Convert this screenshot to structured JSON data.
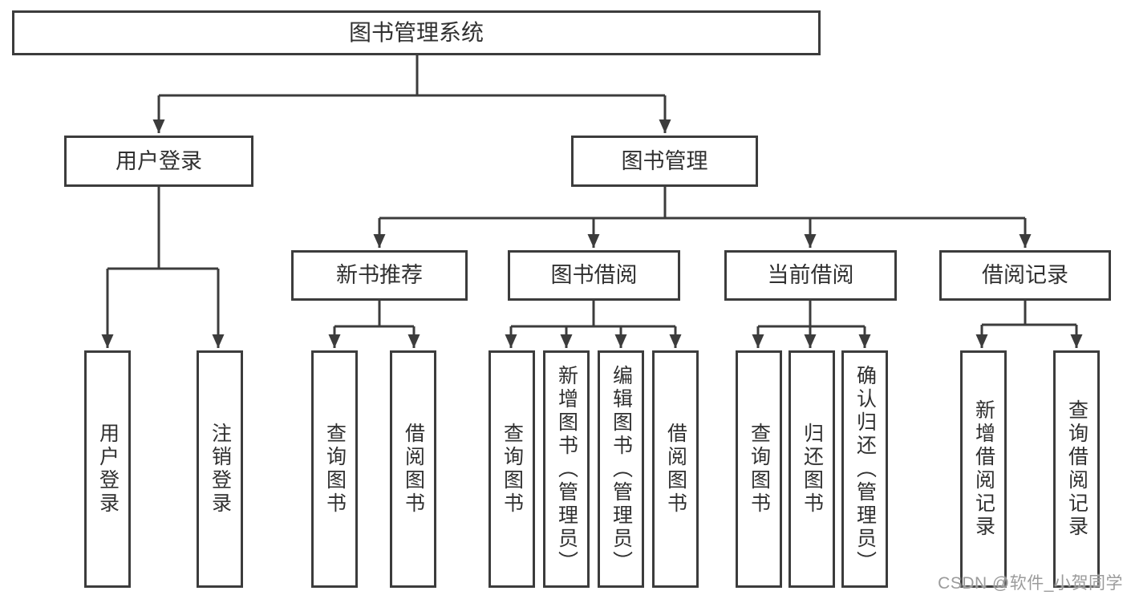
{
  "tree": {
    "root": {
      "label": "图书管理系统",
      "children": [
        {
          "label": "用户登录",
          "children": [
            {
              "label": "用户登录"
            },
            {
              "label": "注销登录"
            }
          ]
        },
        {
          "label": "图书管理",
          "children": [
            {
              "label": "新书推荐",
              "children": [
                {
                  "label": "查询图书"
                },
                {
                  "label": "借阅图书"
                }
              ]
            },
            {
              "label": "图书借阅",
              "children": [
                {
                  "label": "查询图书"
                },
                {
                  "label": "新增图书（管理员）"
                },
                {
                  "label": "编辑图书（管理员）"
                },
                {
                  "label": "借阅图书"
                }
              ]
            },
            {
              "label": "当前借阅",
              "children": [
                {
                  "label": "查询图书"
                },
                {
                  "label": "归还图书"
                },
                {
                  "label": "确认归还（管理员）"
                }
              ]
            },
            {
              "label": "借阅记录",
              "children": [
                {
                  "label": "新增借阅记录"
                },
                {
                  "label": "查询借阅记录"
                }
              ]
            }
          ]
        }
      ]
    }
  },
  "watermark": {
    "text": "CSDN @软件_小贺同学"
  },
  "colors": {
    "line": "#3c3c3c",
    "text": "#303030",
    "box_background": "#ffffff",
    "background": "#ffffff",
    "watermark": "#9b9b9b"
  }
}
